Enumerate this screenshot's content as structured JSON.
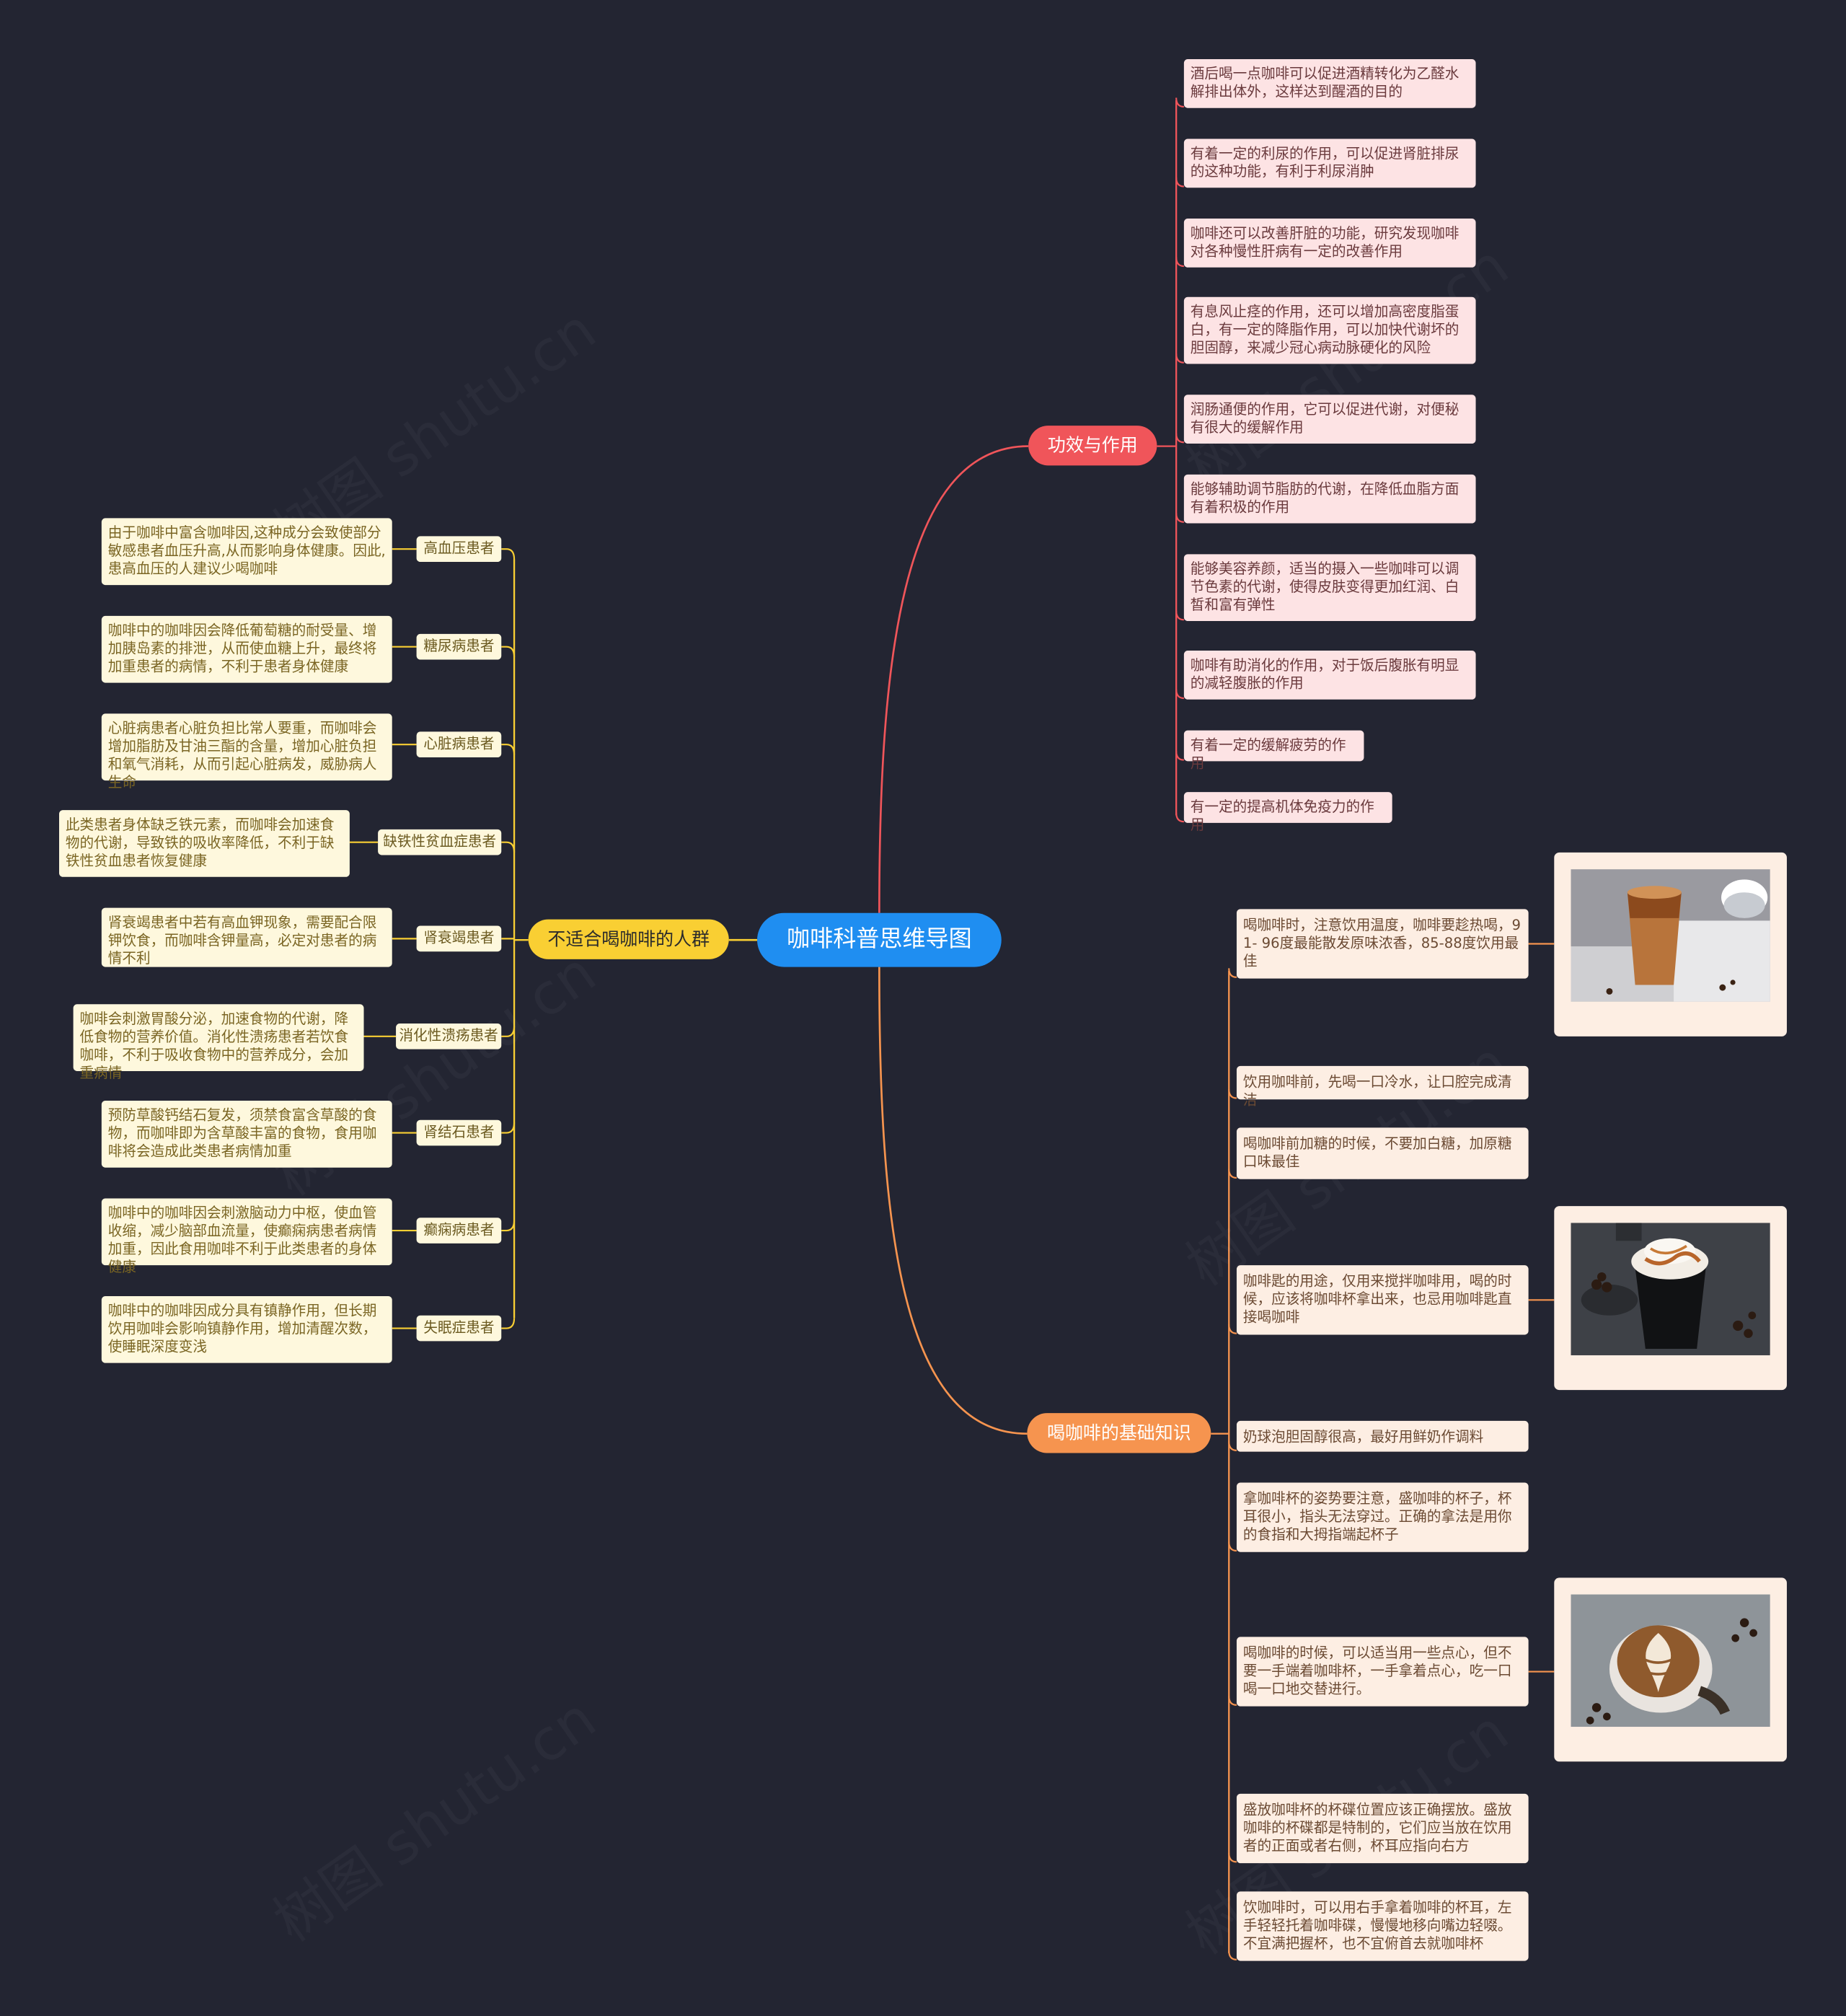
{
  "root": {
    "label": "咖啡科普思维导图"
  },
  "benefits": {
    "label": "功效与作用",
    "color": "#f0555a",
    "items": [
      "酒后喝一点咖啡可以促进酒精转化为乙醛水解排出体外，这样达到醒酒的目的",
      "有着一定的利尿的作用，可以促进肾脏排尿的这种功能，有利于利尿消肿",
      "咖啡还可以改善肝脏的功能，研究发现咖啡对各种慢性肝病有一定的改善作用",
      "有息风止痉的作用，还可以增加高密度脂蛋白，有一定的降脂作用，可以加快代谢坏的胆固醇，来减少冠心病动脉硬化的风险",
      "润肠通便的作用，它可以促进代谢，对便秘有很大的缓解作用",
      "能够辅助调节脂肪的代谢，在降低血脂方面有着积极的作用",
      "能够美容养颜，适当的摄入一些咖啡可以调节色素的代谢，使得皮肤变得更加红润、白皙和富有弹性",
      "咖啡有助消化的作用，对于饭后腹胀有明显的减轻腹胀的作用",
      "有着一定的缓解疲劳的作用",
      "有一定的提高机体免疫力的作用"
    ]
  },
  "basics": {
    "label": "喝咖啡的基础知识",
    "color": "#f6944f",
    "items": [
      "喝咖啡时，注意饮用温度，咖啡要趁热喝，91- 96度最能散发原味浓香，85-88度饮用最佳",
      "饮用咖啡前，先喝一口冷水，让口腔完成清洁",
      "喝咖啡前加糖的时候，不要加白糖，加原糖口味最佳",
      "咖啡匙的用途，仅用来搅拌咖啡用，喝的时候，应该将咖啡杯拿出来，也忌用咖啡匙直接喝咖啡",
      "奶球泡胆固醇很高，最好用鲜奶作调料",
      "拿咖啡杯的姿势要注意，盛咖啡的杯子，杯耳很小，指头无法穿过。正确的拿法是用你的食指和大拇指端起杯子",
      "喝咖啡的时候，可以适当用一些点心，但不要一手端着咖啡杯，一手拿着点心，吃一口喝一口地交替进行。",
      "盛放咖啡杯的杯碟位置应该正确摆放。盛放咖啡的杯碟都是特制的，它们应当放在饮用者的正面或者右侧，杯耳应指向右方",
      "饮咖啡时，可以用右手拿着咖啡的杯耳，左手轻轻托着咖啡碟，慢慢地移向嘴边轻啜。不宜满把握杯，也不宜俯首去就咖啡杯"
    ],
    "images": [
      "iced-coffee-photo",
      "cream-coffee-photo",
      "latte-art-photo"
    ]
  },
  "unsuitable": {
    "label": "不适合喝咖啡的人群",
    "color": "#f9cf33",
    "groups": [
      {
        "name": "高血压患者",
        "desc": "由于咖啡中富含咖啡因,这种成分会致使部分敏感患者血压升高,从而影响身体健康。因此,患高血压的人建议少喝咖啡"
      },
      {
        "name": "糖尿病患者",
        "desc": "咖啡中的咖啡因会降低葡萄糖的耐受量、增加胰岛素的排泄，从而使血糖上升，最终将加重患者的病情，不利于患者身体健康"
      },
      {
        "name": "心脏病患者",
        "desc": "心脏病患者心脏负担比常人要重，而咖啡会增加脂肪及甘油三酯的含量，增加心脏负担和氧气消耗，从而引起心脏病发，威胁病人生命"
      },
      {
        "name": "缺铁性贫血症患者",
        "desc": "此类患者身体缺乏铁元素，而咖啡会加速食物的代谢，导致铁的吸收率降低，不利于缺铁性贫血患者恢复健康"
      },
      {
        "name": "肾衰竭患者",
        "desc": "肾衰竭患者中若有高血钾现象，需要配合限钾饮食，而咖啡含钾量高，必定对患者的病情不利"
      },
      {
        "name": "消化性溃疡患者",
        "desc": "咖啡会刺激胃酸分泌，加速食物的代谢，降低食物的营养价值。消化性溃疡患者若饮食咖啡，不利于吸收食物中的营养成分，会加重病情"
      },
      {
        "name": "肾结石患者",
        "desc": "预防草酸钙结石复发，须禁食富含草酸的食物，而咖啡即为含草酸丰富的食物，食用咖啡将会造成此类患者病情加重"
      },
      {
        "name": "癫痫病患者",
        "desc": "咖啡中的咖啡因会刺激脑动力中枢，使血管收缩，减少脑部血流量，使癫痫病患者病情加重，因此食用咖啡不利于此类患者的身体健康"
      },
      {
        "name": "失眠症患者",
        "desc": "咖啡中的咖啡因成分具有镇静作用，但长期饮用咖啡会影响镇静作用，增加清醒次数，使睡眠深度变浅"
      }
    ]
  }
}
